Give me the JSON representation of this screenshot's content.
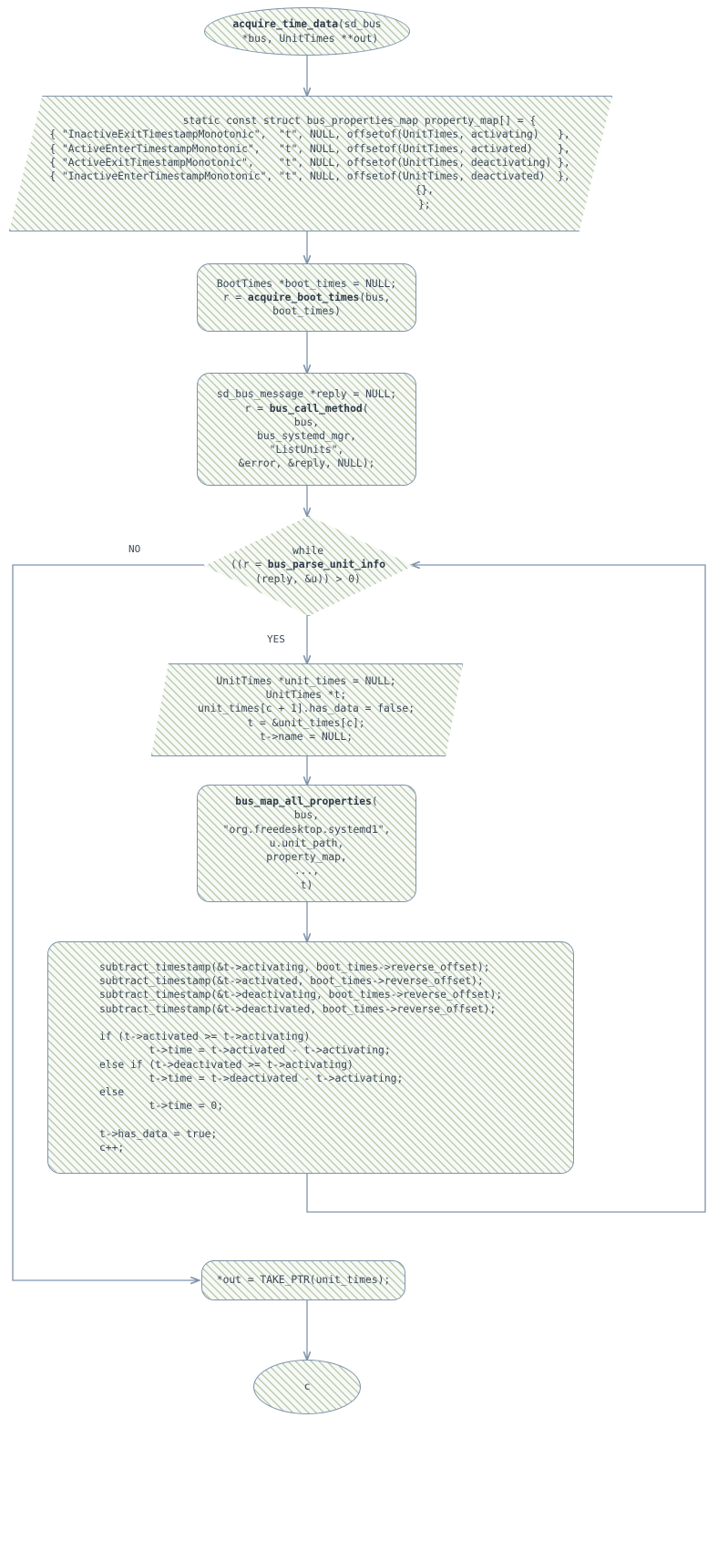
{
  "diagram": {
    "type": "flowchart",
    "title": "acquire_time_data control flow",
    "colors": {
      "node_border": "#7e93ab",
      "node_fill": "#f7f9f6",
      "hatch": "#8aa676",
      "text": "#3c4a58",
      "edge": "#7e93ab"
    },
    "nodes": [
      {
        "id": "start",
        "shape": "ellipse",
        "name": "start-node",
        "lines": [
          {
            "bold": "acquire_time_data",
            "rest": "(sd_bus"
          },
          {
            "bold": "",
            "rest": "*bus, UnitTimes **out)"
          }
        ],
        "text": "acquire_time_data(sd_bus\n*bus, UnitTimes **out)"
      },
      {
        "id": "property_map",
        "shape": "parallelogram",
        "name": "property-map-block",
        "text": "                static const struct bus_properties_map property_map[] = {\n{ \"InactiveExitTimestampMonotonic\",  \"t\", NULL, offsetof(UnitTimes, activating)   },\n{ \"ActiveEnterTimestampMonotonic\",   \"t\", NULL, offsetof(UnitTimes, activated)    },\n{ \"ActiveExitTimestampMonotonic\",    \"t\", NULL, offsetof(UnitTimes, deactivating) },\n{ \"InactiveEnterTimestampMonotonic\", \"t\", NULL, offsetof(UnitTimes, deactivated)  },\n                                     {},\n                                     };"
      },
      {
        "id": "boot_times",
        "shape": "rounded",
        "name": "acquire-boot-times-block",
        "text": "BootTimes *boot_times = NULL;\nr = acquire_boot_times(bus,\nboot_times)",
        "bold_tokens": [
          "acquire_boot_times"
        ]
      },
      {
        "id": "bus_call",
        "shape": "rounded",
        "name": "bus-call-method-block",
        "text": "sd_bus_message *reply = NULL;\nr = bus_call_method(\nbus,\nbus_systemd_mgr,\n\"ListUnits\",\n&error, &reply, NULL);",
        "bold_tokens": [
          "bus_call_method"
        ]
      },
      {
        "id": "while",
        "shape": "diamond",
        "name": "while-decision",
        "text": "while\n((r = bus_parse_unit_info\n(reply, &u)) > 0)",
        "bold_tokens": [
          "bus_parse_unit_info"
        ]
      },
      {
        "id": "unit_times",
        "shape": "parallelogram",
        "name": "unit-times-init-block",
        "text": "UnitTimes *unit_times = NULL;\nUnitTimes *t;\nunit_times[c + 1].has_data = false;\nt = &unit_times[c];\nt->name = NULL;"
      },
      {
        "id": "map_all_props",
        "shape": "rounded",
        "name": "bus-map-all-properties-block",
        "text": "bus_map_all_properties(\nbus,\n\"org.freedesktop.systemd1\",\nu.unit_path,\nproperty_map,\n...,\nt)",
        "bold_tokens": [
          "bus_map_all_properties"
        ]
      },
      {
        "id": "subtract",
        "shape": "rounded",
        "name": "subtract-timestamp-block",
        "text": "subtract_timestamp(&t->activating, boot_times->reverse_offset);\nsubtract_timestamp(&t->activated, boot_times->reverse_offset);\nsubtract_timestamp(&t->deactivating, boot_times->reverse_offset);\nsubtract_timestamp(&t->deactivated, boot_times->reverse_offset);\n\nif (t->activated >= t->activating)\n        t->time = t->activated - t->activating;\nelse if (t->deactivated >= t->activating)\n        t->time = t->deactivated - t->activating;\nelse\n        t->time = 0;\n\nt->has_data = true;\nc++;"
      },
      {
        "id": "take_ptr",
        "shape": "rounded",
        "name": "take-ptr-block",
        "text": "*out = TAKE_PTR(unit_times);"
      },
      {
        "id": "end",
        "shape": "ellipse",
        "name": "end-node",
        "text": "c"
      }
    ],
    "edge_labels": [
      {
        "id": "no",
        "name": "edge-label-no",
        "text": "NO"
      },
      {
        "id": "yes",
        "name": "edge-label-yes",
        "text": "YES"
      }
    ]
  }
}
